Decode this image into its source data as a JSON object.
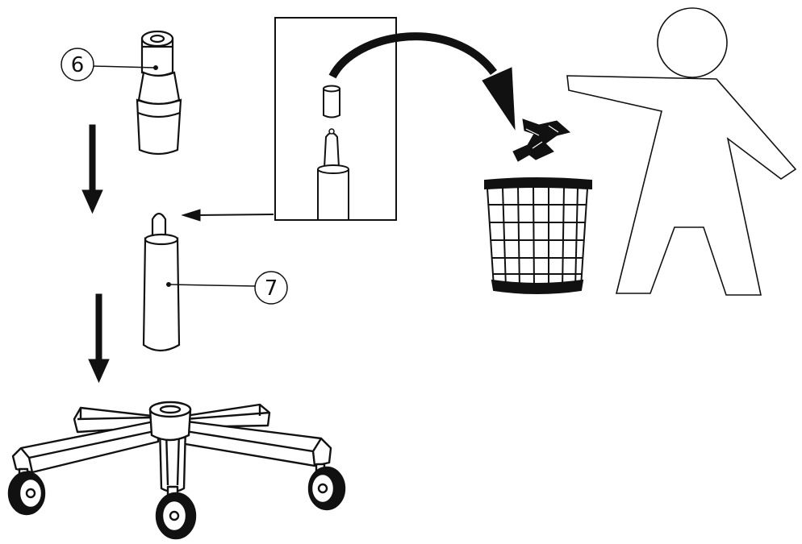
{
  "callouts": [
    {
      "id": "6",
      "label": "6"
    },
    {
      "id": "7",
      "label": "7"
    }
  ],
  "colors": {
    "line": "#111111",
    "background": "#ffffff"
  },
  "icons": [
    "down-arrow-icon",
    "left-arrow-icon",
    "curved-arrow-icon",
    "trash-can-icon",
    "waste-icon",
    "person-icon"
  ]
}
